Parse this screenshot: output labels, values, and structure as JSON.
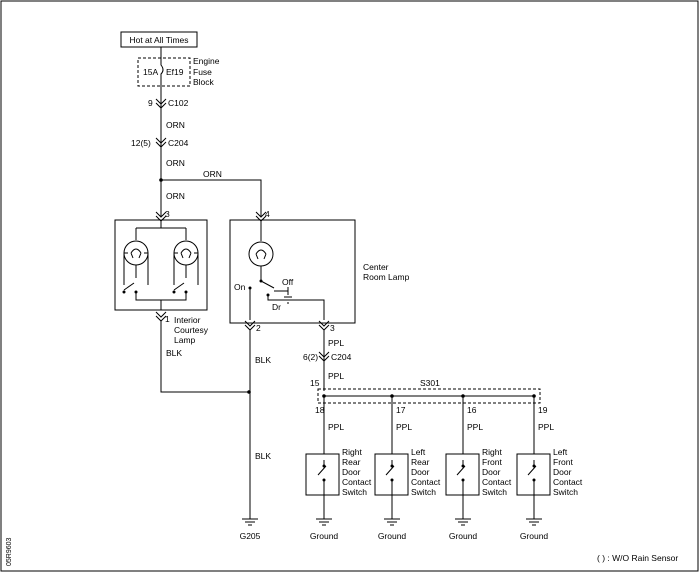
{
  "power_source": "Hot at All Times",
  "fuse": {
    "rating": "15A",
    "name": "Ef19",
    "block_line1": "Engine",
    "block_line2": "Fuse",
    "block_line3": "Block"
  },
  "connectors": {
    "c102_pin": "9",
    "c102": "C102",
    "c204_pin": "12(5)",
    "c204": "C204",
    "c204_lower_pin": "6(2)",
    "c204_lower": "C204",
    "splice_pin": "15",
    "splice": "S301"
  },
  "wires": {
    "orn1": "ORN",
    "orn2": "ORN",
    "orn3": "ORN",
    "orn4": "ORN",
    "blk1": "BLK",
    "blk2": "BLK",
    "blk3": "BLK",
    "ppl1": "PPL",
    "ppl2": "PPL",
    "ppl3": "PPL",
    "ppl4": "PPL",
    "ppl5": "PPL",
    "ppl6": "PPL"
  },
  "courtesy_lamp": {
    "pin_top": "3",
    "pin_bottom": "1",
    "line1": "Interior",
    "line2": "Courtesy",
    "line3": "Lamp"
  },
  "center_lamp": {
    "pin_top": "4",
    "pin_left": "2",
    "pin_right": "3",
    "line1": "Center",
    "line2": "Room Lamp",
    "on": "On",
    "off": "Off",
    "dr": "Dr"
  },
  "switches": [
    {
      "pin": "18",
      "line1": "Right",
      "line2": "Rear",
      "line3": "Door",
      "line4": "Contact",
      "line5": "Switch",
      "ground": "Ground"
    },
    {
      "pin": "17",
      "line1": "Left",
      "line2": "Rear",
      "line3": "Door",
      "line4": "Contact",
      "line5": "Switch",
      "ground": "Ground"
    },
    {
      "pin": "16",
      "line1": "Right",
      "line2": "Front",
      "line3": "Door",
      "line4": "Contact",
      "line5": "Switch",
      "ground": "Ground"
    },
    {
      "pin": "19",
      "line1": "Left",
      "line2": "Front",
      "line3": "Door",
      "line4": "Contact",
      "line5": "Switch",
      "ground": "Ground"
    }
  ],
  "ground_point": "G205",
  "footnote": "( ) : W/O Rain Sensor",
  "side_code": "05R9603"
}
